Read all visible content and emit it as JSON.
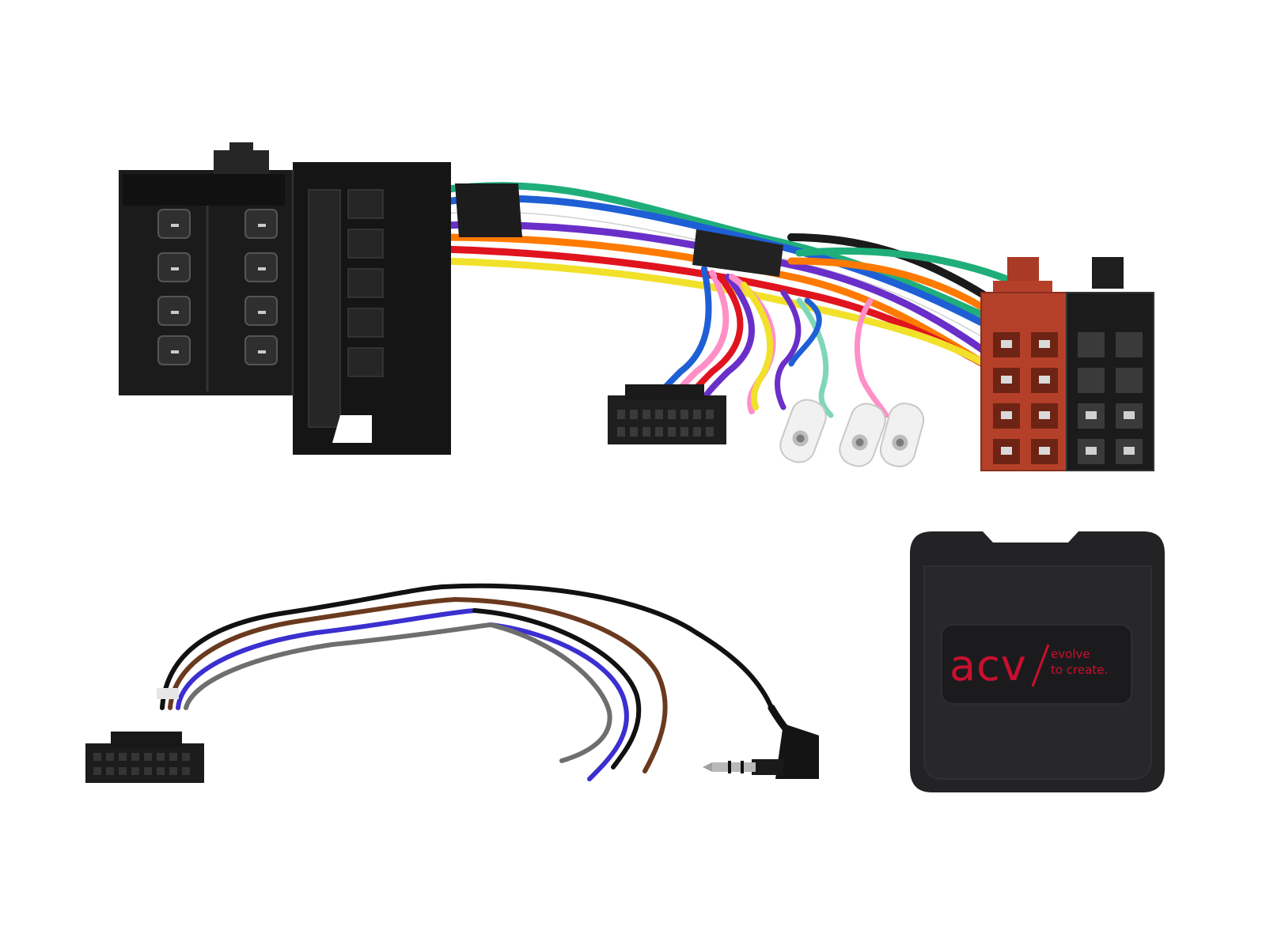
{
  "image": {
    "subject": "steering wheel control interface kit",
    "background": "#ffffff"
  },
  "brand": {
    "logo_text": "acv",
    "tagline_line1": "evolve",
    "tagline_line2": "to create.",
    "color": "#c8102e"
  },
  "components": [
    {
      "name": "vehicle-connector",
      "color": "#1a1a1a"
    },
    {
      "name": "wiring-harness",
      "colors": [
        "#1f5fd6",
        "#6a2fc9",
        "#ffffff",
        "#f2e12b",
        "#1fae7a",
        "#ff7a00",
        "#e0141e",
        "#ff8fc7",
        "#7fd6b8",
        "#1a1a1a"
      ]
    },
    {
      "name": "iso-connector-red",
      "color": "#b5402a"
    },
    {
      "name": "iso-connector-black",
      "color": "#1a1a1a"
    },
    {
      "name": "radio-plug-16pin",
      "color": "#1a1a1a"
    },
    {
      "name": "patch-lead",
      "colors": [
        "#6b3a1e",
        "#3b2fd0",
        "#111111",
        "#6e6e6e"
      ]
    },
    {
      "name": "jack-3-5mm",
      "color": "#111111"
    },
    {
      "name": "interface-box",
      "color": "#232325"
    }
  ]
}
